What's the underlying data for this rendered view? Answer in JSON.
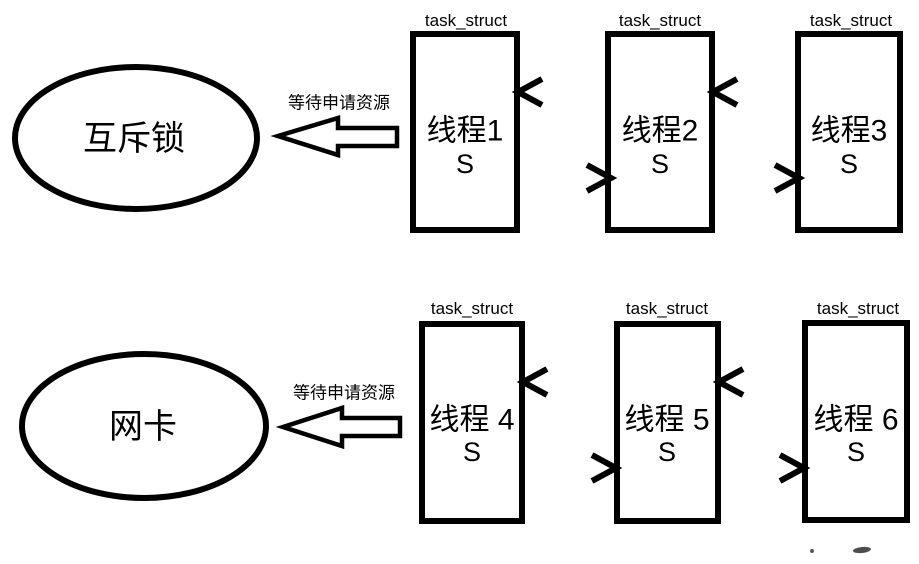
{
  "diagram": {
    "description": "Two wait-queue diagrams: threads (task_struct doubly linked list) waiting on a resource",
    "colors": {
      "ink": "#000000",
      "background": "#ffffff"
    },
    "rows": [
      {
        "resource_label": "互斥锁",
        "wait_arrow_label": "等待申请资源",
        "nodes": [
          {
            "type_label": "task_struct",
            "name": "线程1",
            "state": "S"
          },
          {
            "type_label": "task_struct",
            "name": "线程2",
            "state": "S"
          },
          {
            "type_label": "task_struct",
            "name": "线程3",
            "state": "S"
          }
        ]
      },
      {
        "resource_label": "网卡",
        "wait_arrow_label": "等待申请资源",
        "nodes": [
          {
            "type_label": "task_struct",
            "name": "线程 4",
            "state": "S"
          },
          {
            "type_label": "task_struct",
            "name": "线程 5",
            "state": "S"
          },
          {
            "type_label": "task_struct",
            "name": "线程 6",
            "state": "S"
          }
        ]
      }
    ]
  }
}
